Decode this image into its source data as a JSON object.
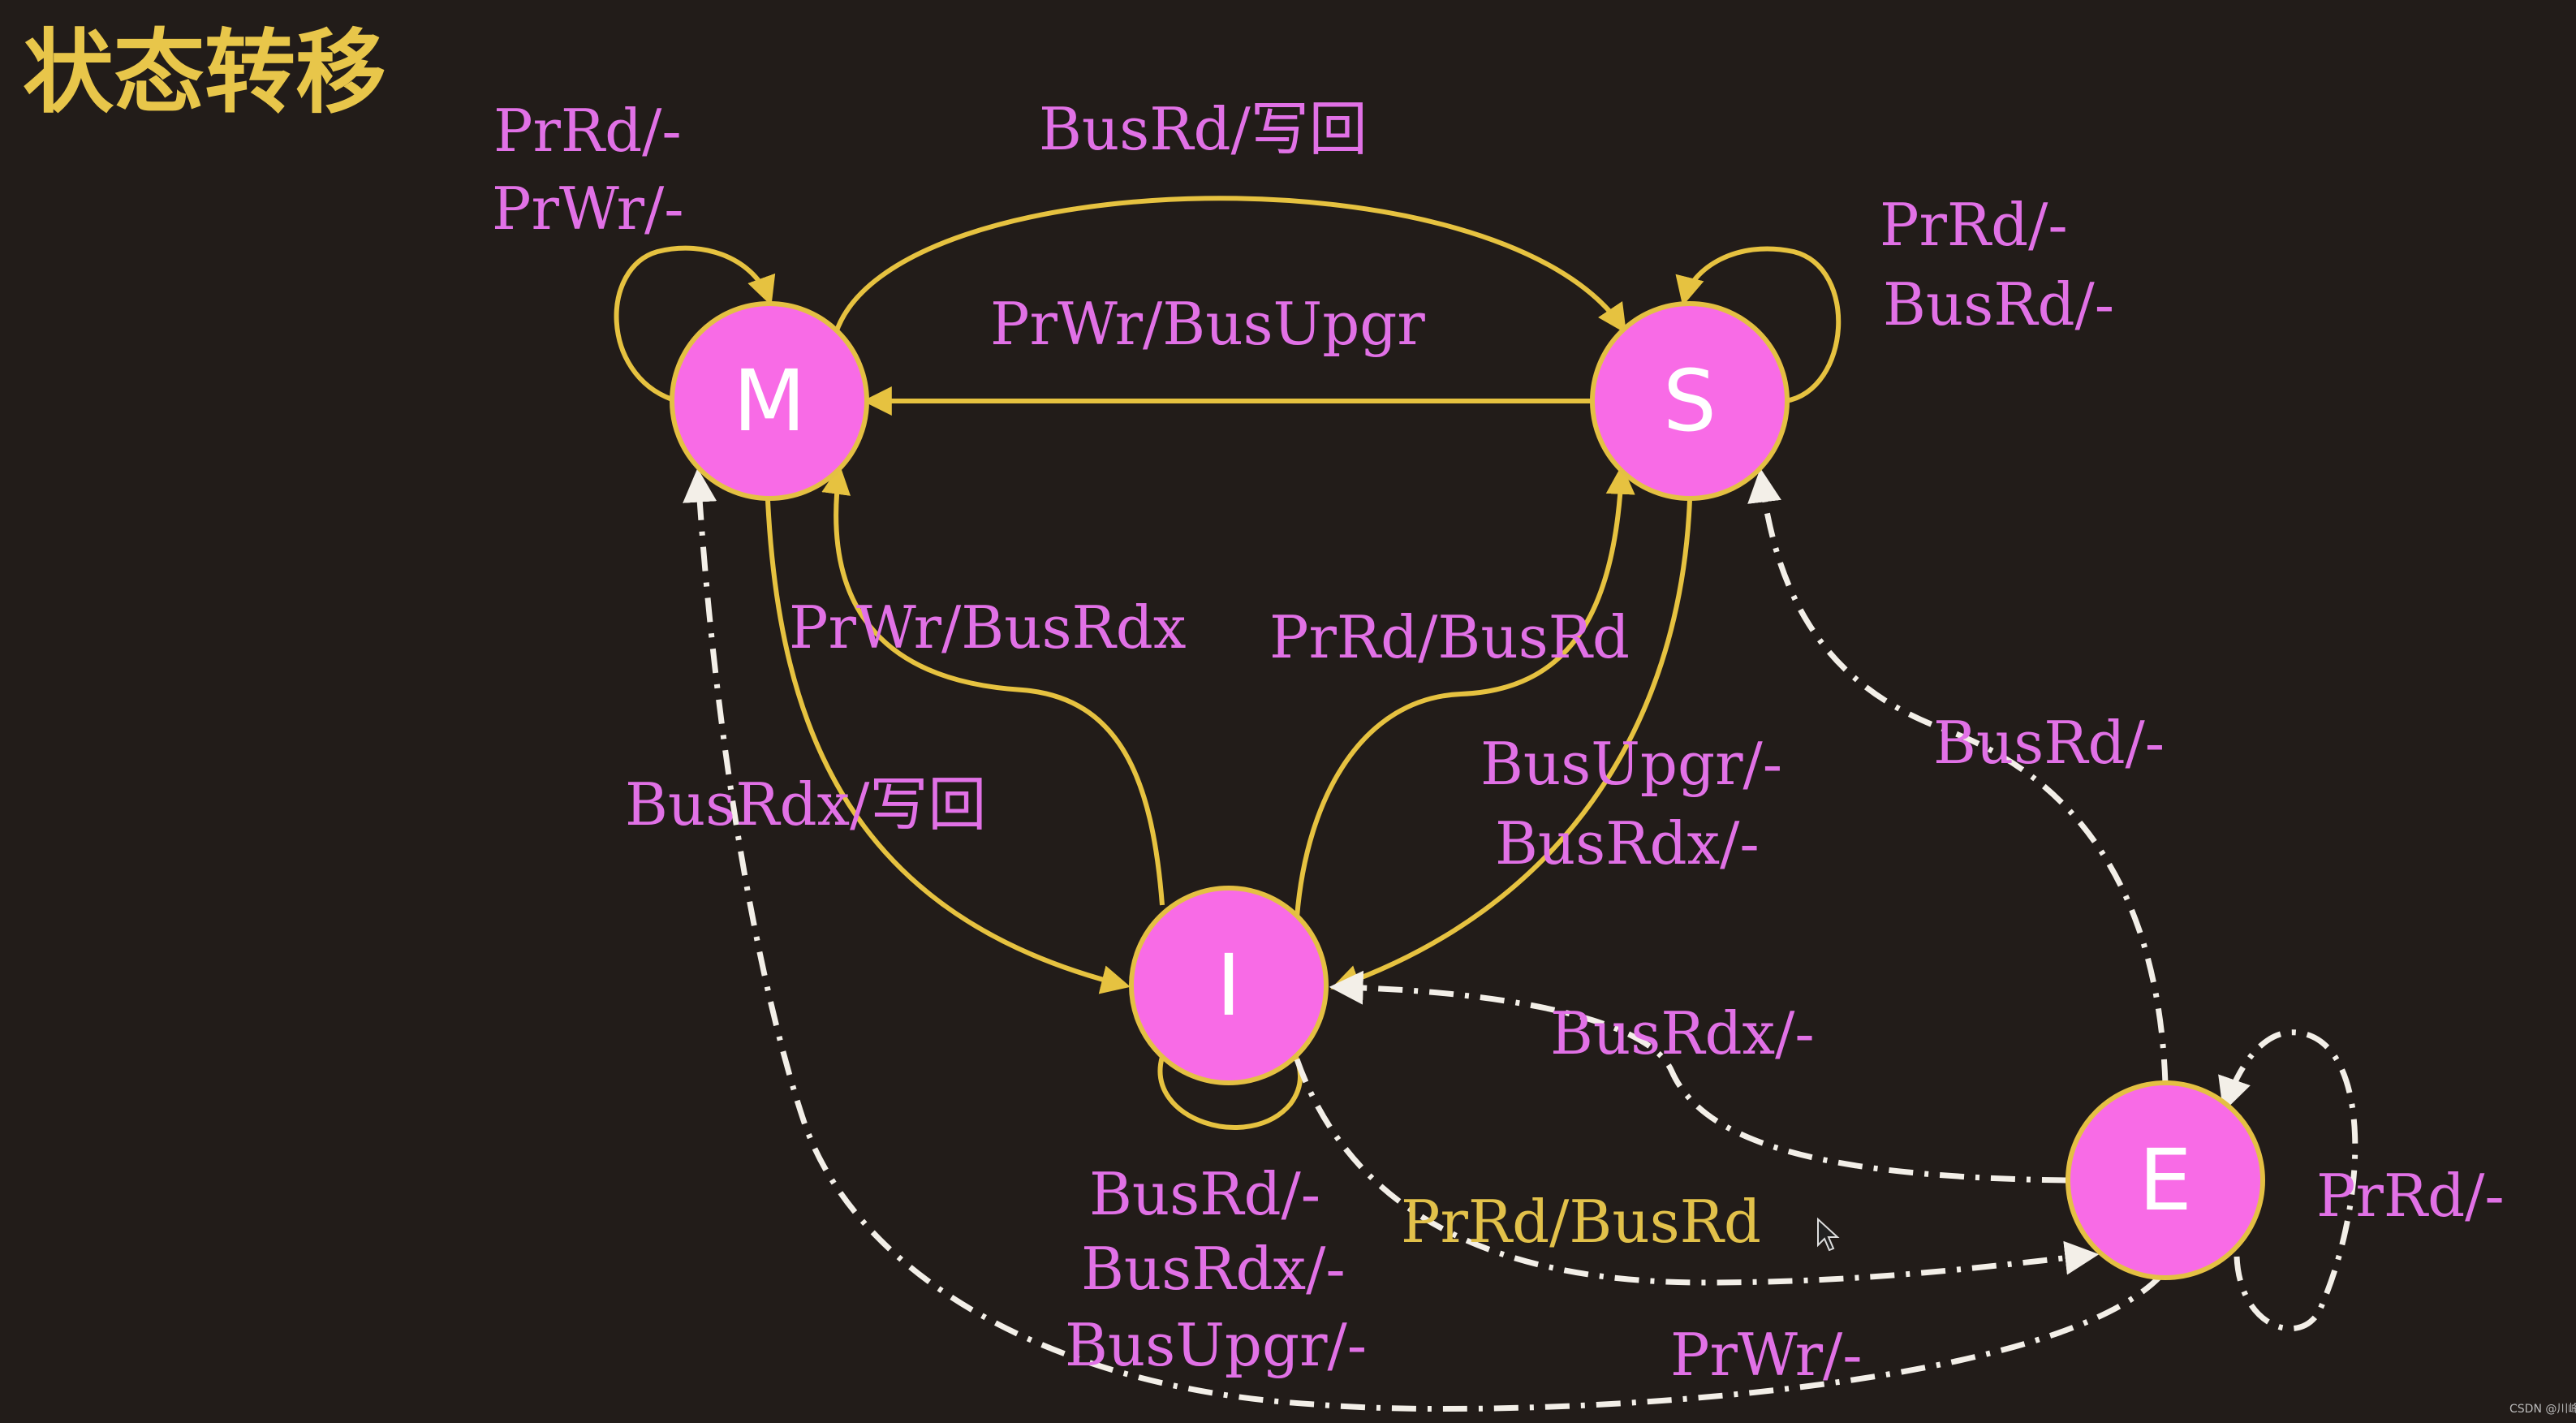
{
  "title": "状态转移",
  "nodes": {
    "M": "M",
    "S": "S",
    "I": "I",
    "E": "E"
  },
  "edge_labels": {
    "m_self_1": "PrRd/-",
    "m_self_2": "PrWr/-",
    "m_to_s": "BusRd/写回",
    "s_to_m": "PrWr/BusUpgr",
    "s_self_1": "PrRd/-",
    "s_self_2": "BusRd/-",
    "i_to_m": "PrWr/BusRdx",
    "i_to_s": "PrRd/BusRd",
    "m_to_i": "BusRdx/写回",
    "s_to_i_1": "BusUpgr/-",
    "s_to_i_2": "BusRdx/-",
    "e_to_s": "BusRd/-",
    "e_to_i": "BusRdx/-",
    "i_self_1": "BusRd/-",
    "i_self_2": "BusRdx/-",
    "i_self_3": "BusUpgr/-",
    "i_to_e": "PrRd/BusRd",
    "e_self": "PrRd/-",
    "e_to_m": "PrWr/-"
  },
  "colors": {
    "background": "#221c19",
    "node_fill": "#f86be6",
    "solid_edge": "#e6c240",
    "dashed_edge": "#f3efe8",
    "label_pink": "#e171e6",
    "label_gold": "#e2c14a",
    "title": "#e8c64a"
  },
  "watermark": "CSDN @川峰"
}
